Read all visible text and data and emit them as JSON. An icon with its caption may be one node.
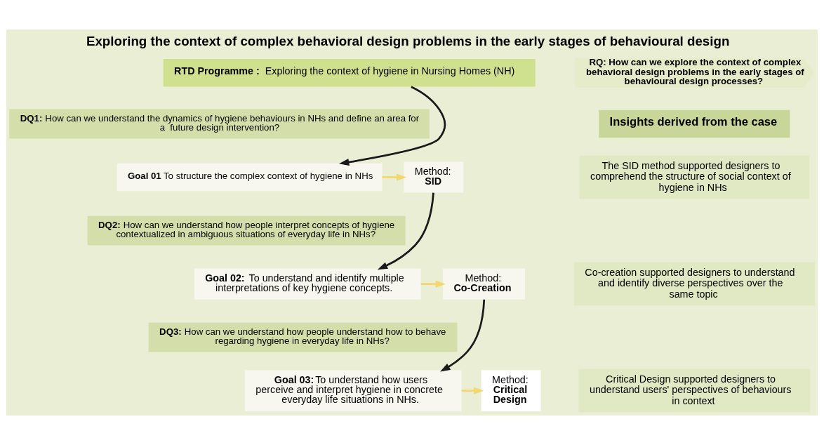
{
  "diagram": {
    "title": "Exploring the context of complex behavioral design problems in the early stages of behavioural design",
    "nodes": [
      {
        "text": [
          "**RTD Programme :** Exploring the context of hygiene in Nursing Homes (NH)"
        ]
      },
      {
        "text": [
          "RQ: How can we explore the context of complex behavioral design problems in the early stages of behavioural design processes?"
        ]
      },
      {
        "text": [
          "**DQ1:** How can we understand the dynamics of hygiene behaviours in NHs and define an area for a  future design intervention?"
        ]
      },
      {
        "text": [
          "Insights derived from the case"
        ]
      },
      {
        "text": [
          "**Goal 01** To structure the complex context of hygiene in NHs"
        ]
      },
      {
        "text": [
          "Method:",
          "**SID**"
        ]
      },
      {
        "text": [
          "The SID method supported designers to comprehend the structure of social context of hygiene in NHs"
        ]
      },
      {
        "text": [
          "**DQ2:** How can we understand how people interpret concepts of hygiene contextualized in ambiguous situations of everyday life in NHs?"
        ]
      },
      {
        "text": [
          "**Goal 02:** To understand and identify multiple interpretations of key hygiene concepts."
        ]
      },
      {
        "text": [
          "Method:",
          "**Co-Creation**"
        ]
      },
      {
        "text": [
          "Co-creation supported designers to understand and identify diverse perspectives over the same topic"
        ]
      },
      {
        "text": [
          "**DQ3:** How can we understand how people understand how to behave regarding hygiene in everyday life in NHs?"
        ]
      },
      {
        "text": [
          "**Goal 03:**To understand how users perceive and interpret hygiene in concrete everyday life situations in NHs."
        ]
      },
      {
        "text": [
          "Method:",
          "**Critical Design**"
        ]
      },
      {
        "text": [
          "Critical Design supported designers to understand users' perspectives of behaviours in context"
        ]
      }
    ],
    "edges": [
      {
        "from": 0,
        "to": 4,
        "arrow": "to"
      },
      {
        "from": 4,
        "to": 5,
        "arrow": "to",
        "color": "#f5d76e"
      },
      {
        "from": 5,
        "to": 8,
        "arrow": "to"
      },
      {
        "from": 8,
        "to": 9,
        "arrow": "to",
        "color": "#f5d76e"
      },
      {
        "from": 9,
        "to": 12,
        "arrow": "to"
      },
      {
        "from": 12,
        "to": 13,
        "arrow": "to",
        "color": "#f5d76e"
      }
    ]
  }
}
